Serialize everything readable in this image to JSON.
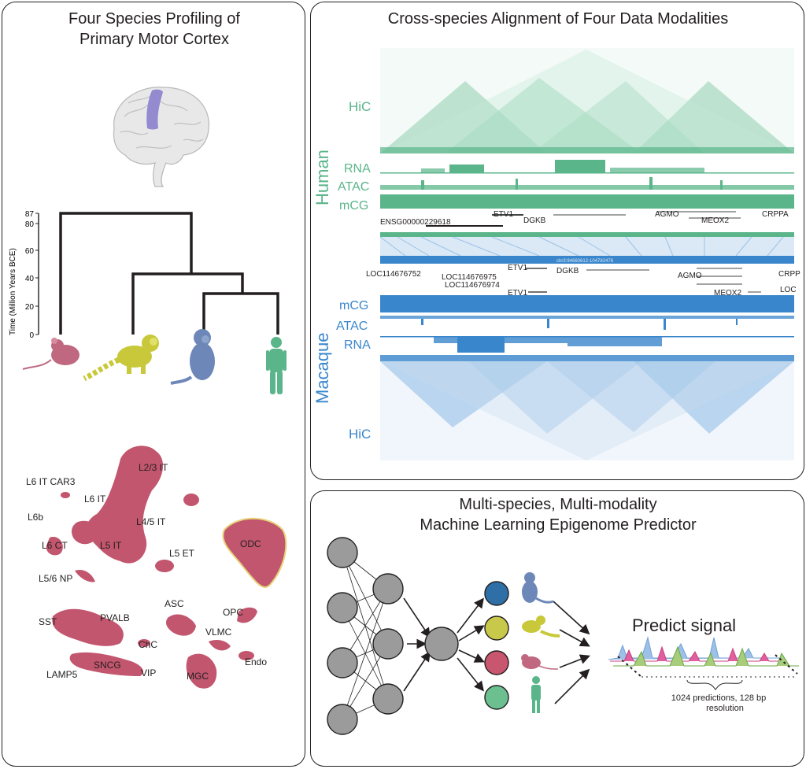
{
  "left_panel": {
    "title_line1": "Four Species Profiling of",
    "title_line2": "Primary Motor Cortex",
    "tree": {
      "ylabel": "Time (Million Years BCE)",
      "ticks": [
        "87",
        "80",
        "60",
        "40",
        "20",
        "0"
      ]
    },
    "clusters": [
      "L2/3 IT",
      "L6 IT CAR3",
      "L6 IT",
      "L4/5 IT",
      "L6b",
      "L6 CT",
      "L5 IT",
      "L5 ET",
      "ODC",
      "L5/6 NP",
      "ASC",
      "OPC",
      "SST",
      "PVALB",
      "VLMC",
      "ChC",
      "Endo",
      "SNCG",
      "LAMP5",
      "VIP",
      "MGC"
    ]
  },
  "top_right_panel": {
    "title": "Cross-species Alignment of Four Data Modalities",
    "human": {
      "species": "Human",
      "hic": "HiC",
      "rna": "RNA",
      "atac": "ATAC",
      "mcg": "mCG",
      "genes": [
        "ENSG00000229618",
        "ETV1",
        "DGKB",
        "AGMO",
        "MEOX2",
        "CRPPA"
      ]
    },
    "macaque": {
      "species": "Macaque",
      "hic": "HiC",
      "rna": "RNA",
      "atac": "ATAC",
      "mcg": "mCG",
      "genes": [
        "LOC114676752",
        "ETV1",
        "DGKB",
        "LOC114676975",
        "LOC114676974",
        "ETV1",
        "AGMO",
        "CRPP",
        "MEOX2",
        "LOC"
      ]
    },
    "align_label": "chr3:94660612-104782476"
  },
  "bottom_right_panel": {
    "title_line1": "Multi-species, Multi-modality",
    "title_line2": "Machine Learning Epigenome Predictor",
    "predict_label": "Predict signal",
    "note_line1": "1024 predictions, 128 bp",
    "note_line2": "resolution"
  },
  "colors": {
    "human": "#5ab58a",
    "macaque": "#3a86cc",
    "mouse": "#c06880",
    "marmoset": "#c8c83a",
    "node_gray": "#9b9b9b",
    "umap_main": "#c2566e"
  }
}
